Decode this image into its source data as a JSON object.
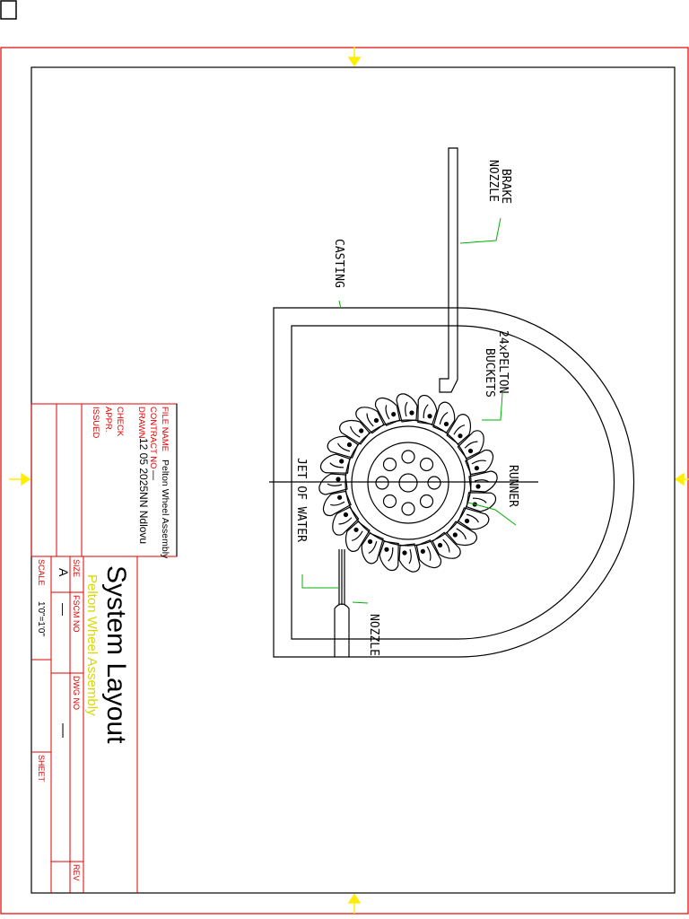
{
  "labels": {
    "brake_nozzle": [
      "BRAKE",
      "NOZZLE"
    ],
    "casting": "CASTING",
    "pelton_buckets": [
      "24xPELTON",
      "BUCKETS"
    ],
    "runner": "RUNNER",
    "jet_of_water": "JET OF WATER",
    "nozzle": "NOZZLE"
  },
  "title_block": {
    "file_name_label": "FILE NAME",
    "file_name_value": "Pelton Wheel Assembly",
    "contract_label": "CONTRACT NO",
    "contract_value": "—",
    "drawn_label": "DRAWN",
    "drawn_value": "12 05 2025NN Ndlovu",
    "check_label": "CHECK",
    "appr_label": "APPR.",
    "issued_label": "ISSUED",
    "title": "System Layout",
    "subtitle": "Pelton Wheel Assembly",
    "size_label": "SIZE",
    "size_value": "A",
    "fscm_label": "FSCM NO",
    "fscm_value": "—",
    "dwg_label": "DWG NO",
    "dwg_value": "—",
    "rev_label": "REV",
    "scale_label": "SCALE",
    "scale_value": "1'0\"=1'0\"",
    "sheet_label": "SHEET"
  },
  "colors": {
    "border": "#e00000",
    "line": "#000000",
    "leader": "#00b000",
    "marker": "#ffee00",
    "subtitle": "#d8d800"
  }
}
